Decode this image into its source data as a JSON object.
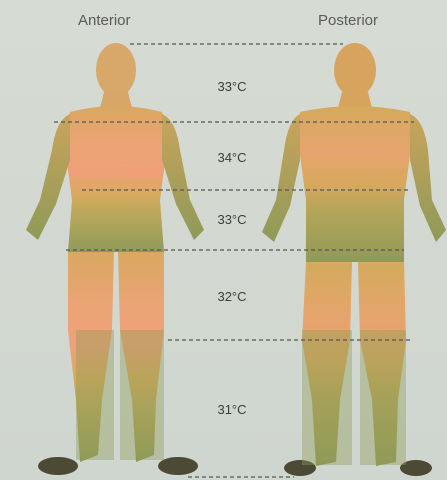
{
  "views": {
    "anterior_label": "Anterior",
    "posterior_label": "Posterior"
  },
  "zones": [
    {
      "temp": "33°C"
    },
    {
      "temp": "34°C"
    },
    {
      "temp": "33°C"
    },
    {
      "temp": "32°C"
    },
    {
      "temp": "31°C"
    }
  ],
  "colors": {
    "skin_warm": "#e8a070",
    "skin_mid": "#d9a860",
    "skin_cool": "#9aa060",
    "divider": "#555555"
  }
}
